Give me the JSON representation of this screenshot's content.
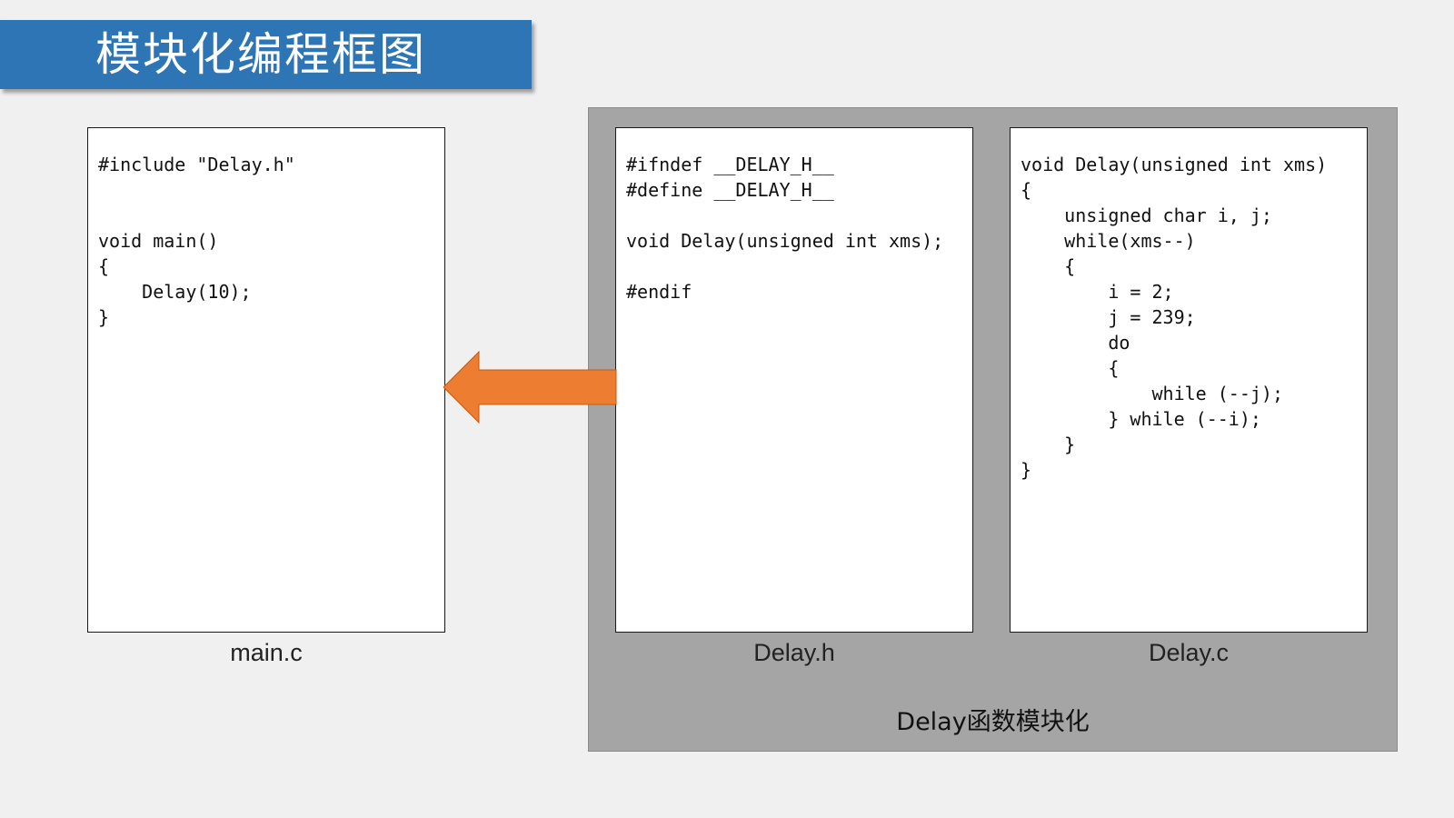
{
  "title": "模块化编程框图",
  "colors": {
    "title_bg": "#2e75b6",
    "arrow": "#ed7d31",
    "group_bg": "#a5a5a5",
    "page_bg": "#f0f0f0"
  },
  "files": {
    "main_c": {
      "label": "main.c",
      "code": "#include \"Delay.h\"\n\n\nvoid main()\n{\n    Delay(10);\n}"
    },
    "delay_h": {
      "label": "Delay.h",
      "code": "#ifndef __DELAY_H__\n#define __DELAY_H__\n\nvoid Delay(unsigned int xms);\n\n#endif"
    },
    "delay_c": {
      "label": "Delay.c",
      "code": "void Delay(unsigned int xms)\n{\n    unsigned char i, j;\n    while(xms--)\n    {\n        i = 2;\n        j = 239;\n        do\n        {\n            while (--j);\n        } while (--i);\n    }\n}"
    }
  },
  "group": {
    "label": "Delay函数模块化"
  },
  "arrow": {
    "icon": "arrow-left-icon",
    "from": "Delay.h",
    "to": "main.c"
  }
}
